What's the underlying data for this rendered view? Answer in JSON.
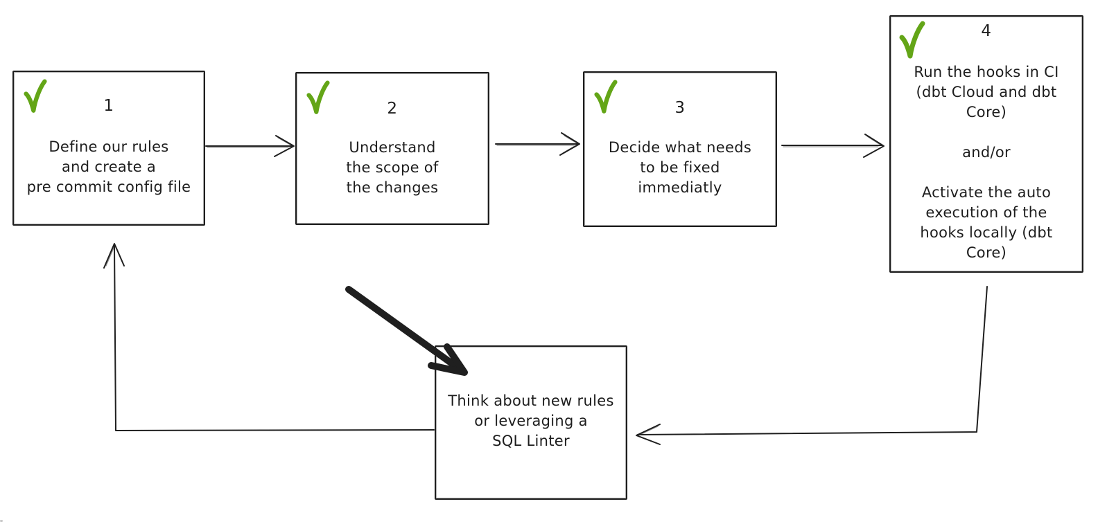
{
  "diagram_title": "",
  "colors": {
    "stroke": "#1f1f1f",
    "check_green": "#63a517",
    "arrow_orange": "#e8860d",
    "background": "#ffffff"
  },
  "boxes": [
    {
      "id": "step-1",
      "number": "1",
      "checked": true,
      "text": "Define our rules\nand create a\npre commit config file"
    },
    {
      "id": "step-2",
      "number": "2",
      "checked": true,
      "text": "Understand\nthe scope of\nthe changes"
    },
    {
      "id": "step-3",
      "number": "3",
      "checked": true,
      "text": "Decide what needs\nto be fixed\nimmediatly"
    },
    {
      "id": "step-4",
      "number": "4",
      "checked": true,
      "text": "Run the hooks in CI\n(dbt Cloud and dbt\nCore)\n\nand/or\n\nActivate the auto\nexecution of the\nhooks locally (dbt\nCore)"
    },
    {
      "id": "think",
      "number": "",
      "checked": false,
      "text": "Think about new rules\nor leveraging a\nSQL Linter"
    }
  ],
  "connectors": [
    {
      "from": "step-1",
      "to": "step-2",
      "style": "straight-arrow-right"
    },
    {
      "from": "step-2",
      "to": "step-3",
      "style": "straight-arrow-right"
    },
    {
      "from": "step-3",
      "to": "step-4",
      "style": "straight-arrow-right"
    },
    {
      "from": "step-4",
      "to": "think",
      "style": "elbow-down-then-left-arrow"
    },
    {
      "from": "think",
      "to": "step-1",
      "style": "elbow-left-then-up-arrow"
    },
    {
      "from": "annotation",
      "to": "think",
      "style": "thick-orange-diagonal-arrow"
    }
  ]
}
